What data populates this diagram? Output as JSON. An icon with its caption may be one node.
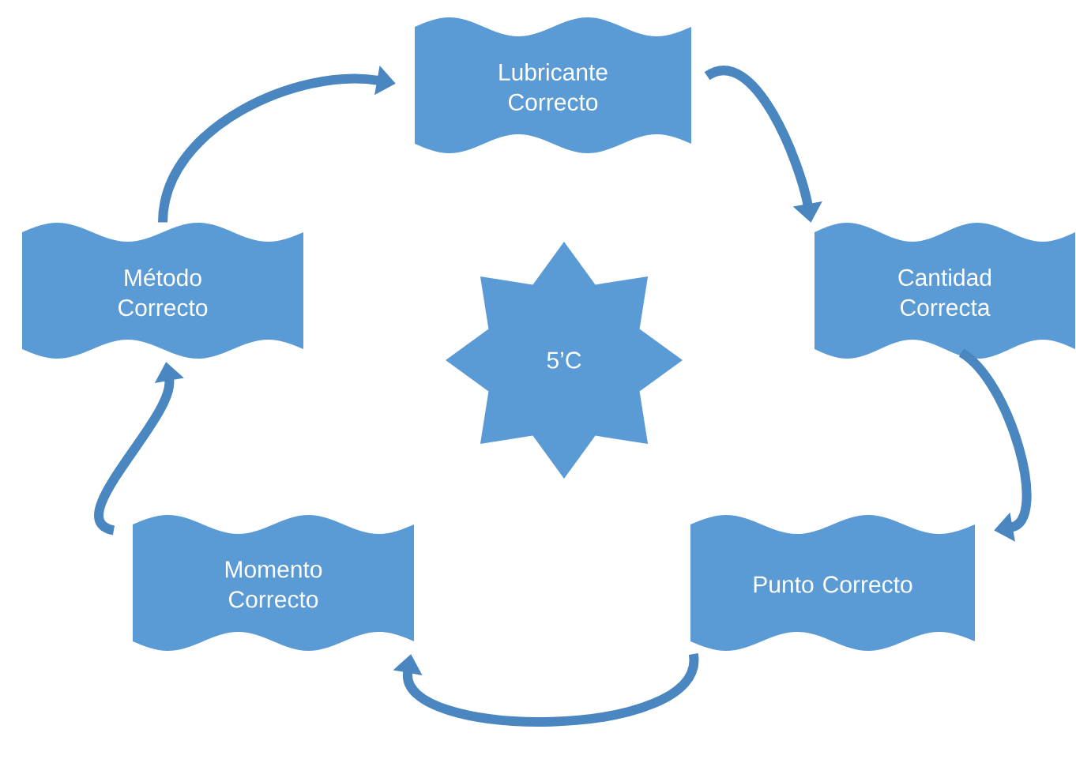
{
  "diagram": {
    "nodes": [
      {
        "text": [
          "Lubricante Correcto"
        ]
      },
      {
        "text": [
          "Cantidad Correcta"
        ]
      },
      {
        "text": [
          "Punto Correcto"
        ]
      },
      {
        "text": [
          "Momento Correcto"
        ]
      },
      {
        "text": [
          "Método Correcto"
        ]
      },
      {
        "text": [
          "5’C"
        ]
      }
    ],
    "edges": [
      {
        "from": 0,
        "to": 1,
        "arrow": "to"
      },
      {
        "from": 1,
        "to": 2,
        "arrow": "to"
      },
      {
        "from": 2,
        "to": 3,
        "arrow": "to"
      },
      {
        "from": 3,
        "to": 4,
        "arrow": "to"
      },
      {
        "from": 4,
        "to": 0,
        "arrow": "to"
      }
    ]
  }
}
